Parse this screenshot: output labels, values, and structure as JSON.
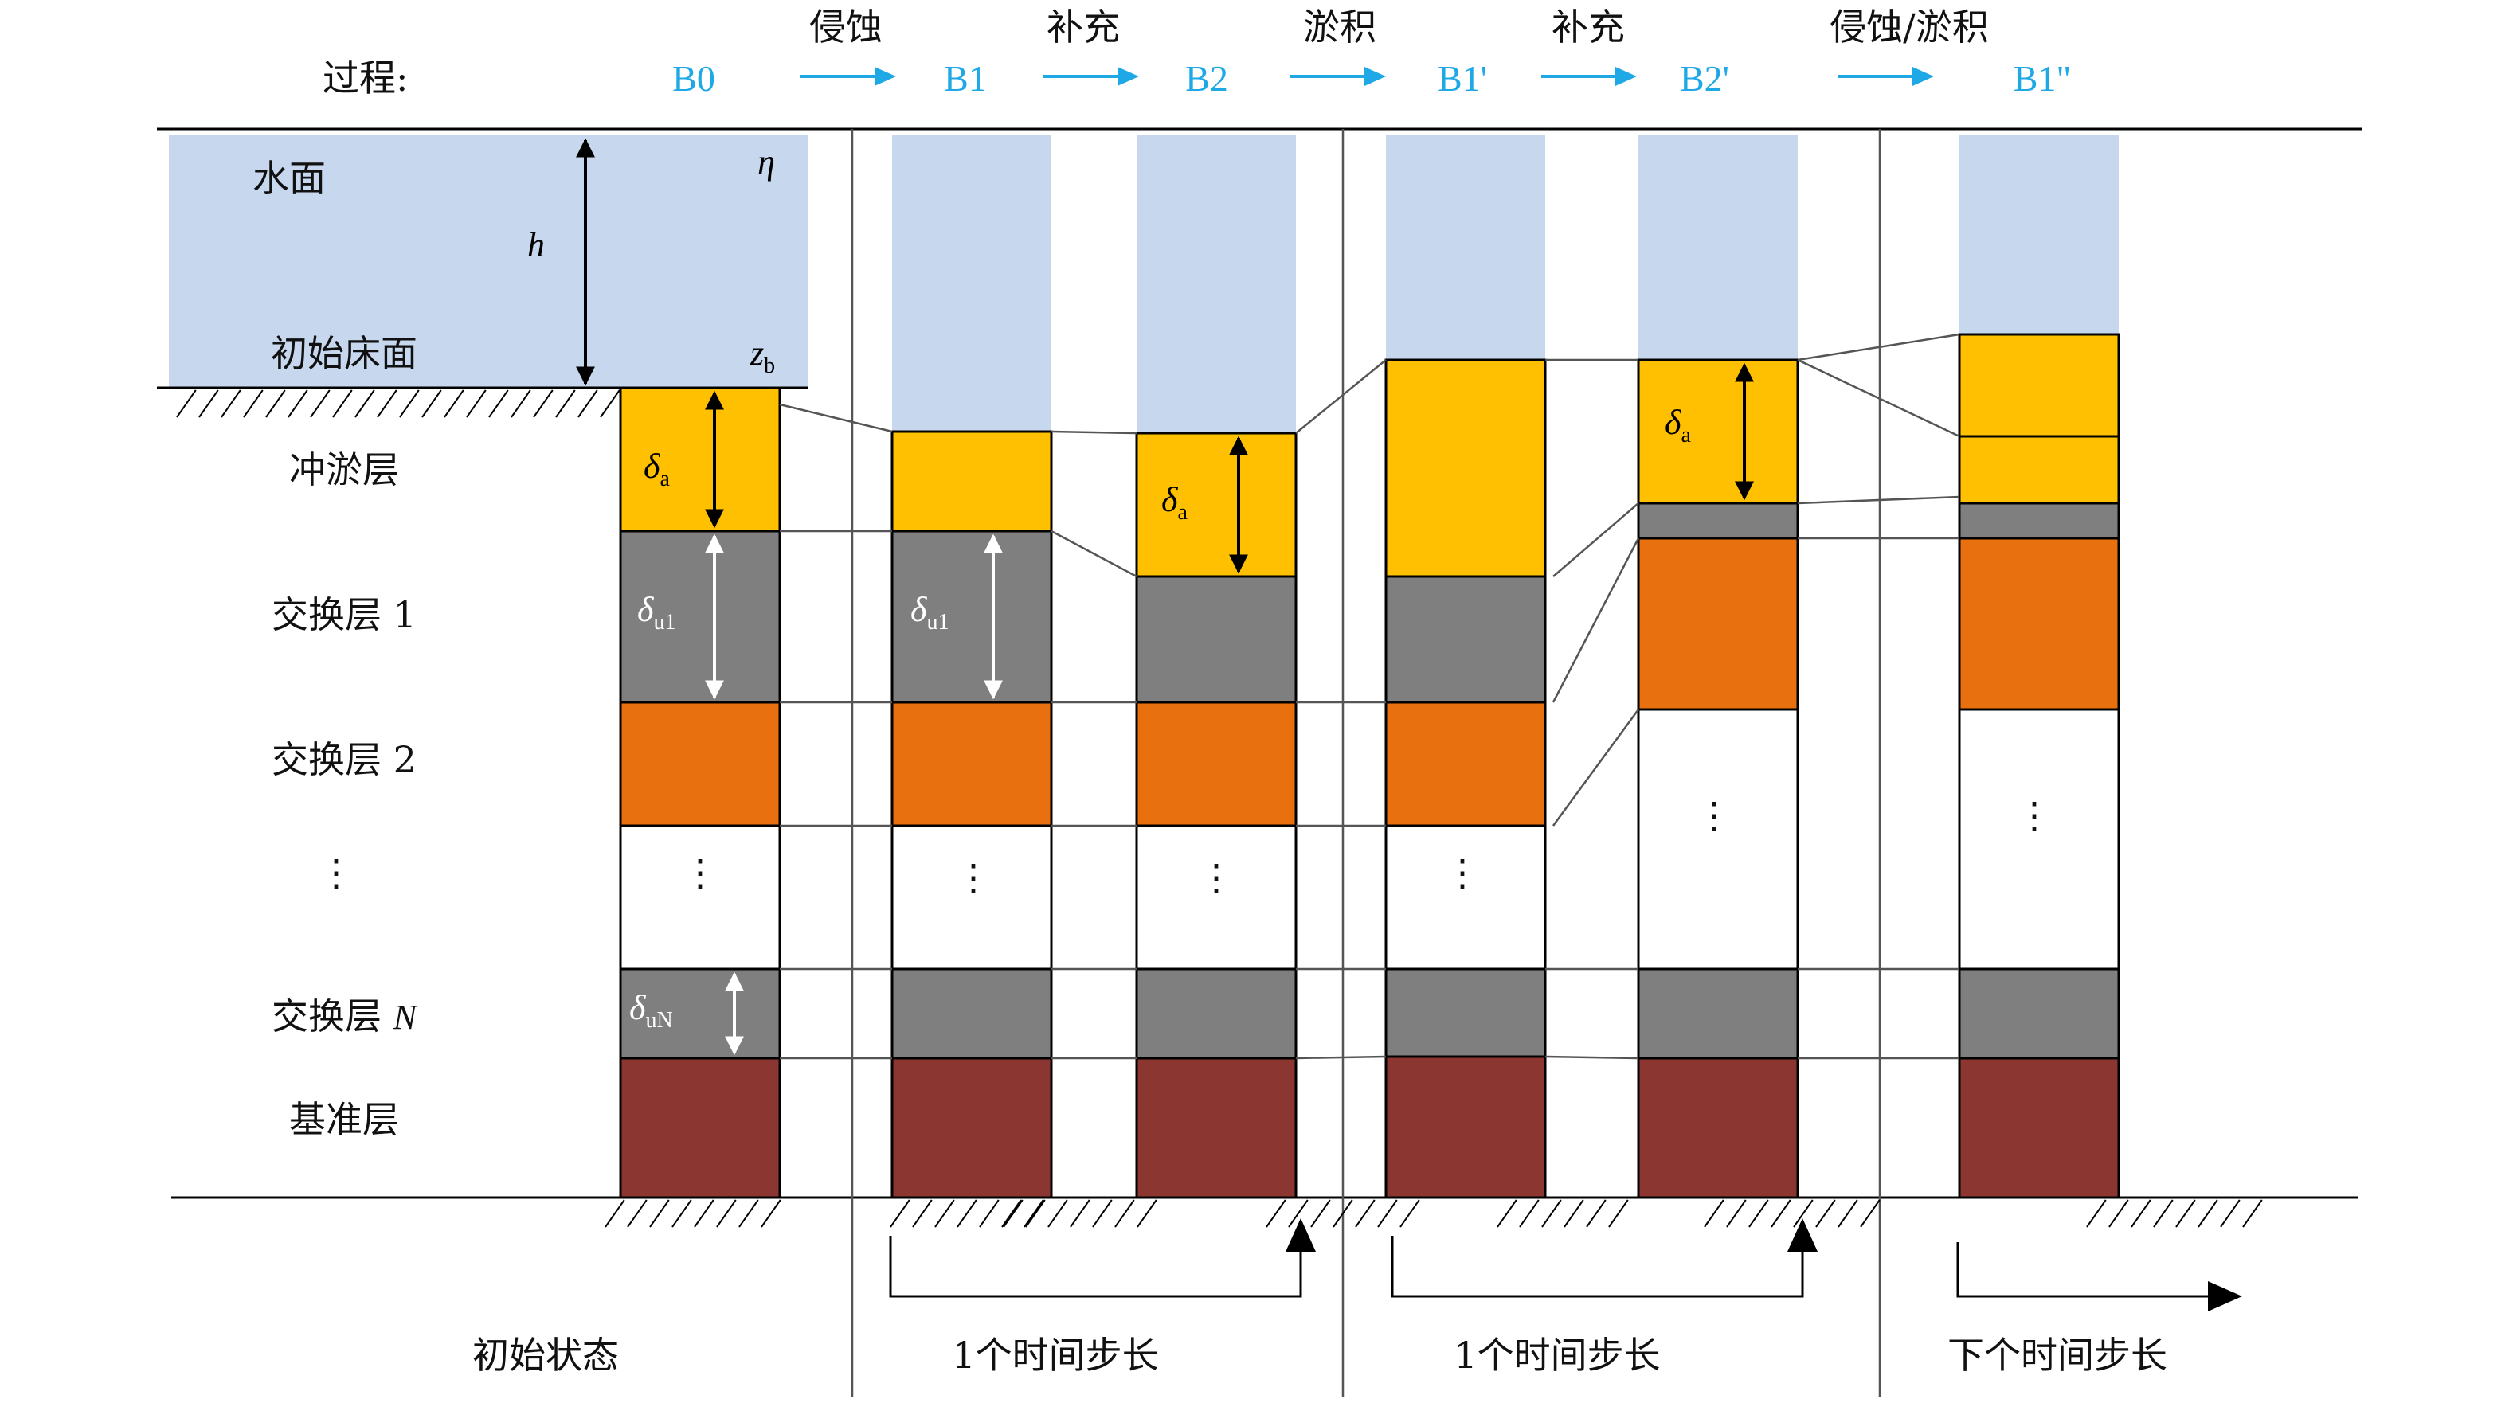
{
  "process_label": "过程:",
  "stages": [
    "B0",
    "B1",
    "B2",
    "B1'",
    "B2'",
    "B1\""
  ],
  "transitions": [
    "侵蚀",
    "补充",
    "淤积",
    "补充",
    "侵蚀/淤积"
  ],
  "water": {
    "label": "水面",
    "bed_label": "初始床面",
    "depth_symbol": "h",
    "surface_symbol": "η",
    "bed_symbol": "z",
    "bed_symbol_sub": "b"
  },
  "layer_labels": [
    "冲淤层",
    "交换层 1",
    "交换层 2",
    "⋮",
    "交换层 ",
    "基准层"
  ],
  "layer_n_symbol": "N",
  "symbols": {
    "delta": "δ",
    "active_sub": "a",
    "u1_sub": "u1",
    "uN_sub": "uN"
  },
  "ellipsis": "⋮",
  "timeline": {
    "initial": "初始状态",
    "step1": "1个时间步长",
    "step2": "1个时间步长",
    "next": "下个时间步长"
  },
  "colors": {
    "water": "#c6d7ee",
    "active": "#fec000",
    "exchange1": "#7f7f7f",
    "exchange2": "#e8700f",
    "datum": "#8b3630",
    "arrow": "#1ea9e6"
  }
}
